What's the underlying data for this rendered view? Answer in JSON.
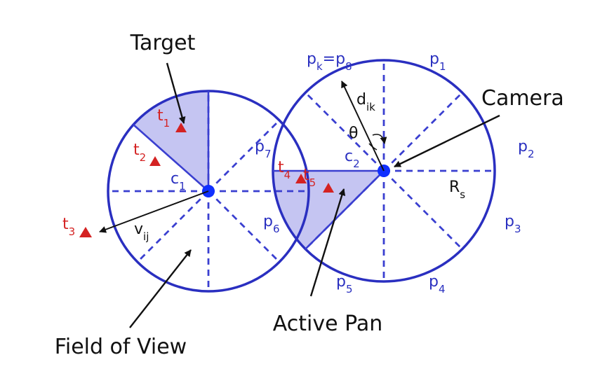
{
  "colors": {
    "circle_stroke": "#2a2fc0",
    "sector_stroke": "#3a3fd0",
    "sector_fill": "#c5c5f2",
    "target_color": "#d42222",
    "label_blue": "#2a30c0",
    "label_black": "#111111",
    "camera_dot": "#1030ff"
  },
  "callouts": {
    "target": "Target",
    "camera": "Camera",
    "active_pan": "Active Pan",
    "field_of_view": "Field of View"
  },
  "left_sensor": {
    "center_label": {
      "base": "c",
      "sub": "1"
    },
    "vector_label": {
      "base": "v",
      "sub": "ij"
    }
  },
  "right_sensor": {
    "center_label": {
      "base": "c",
      "sub": "2"
    },
    "distance_label": {
      "base": "d",
      "sub": "ik"
    },
    "angle_label": "θ",
    "radius_label": {
      "base": "R",
      "sub": "s"
    },
    "active_pan_label": {
      "p1": "p",
      "s1": "k",
      "mid": "=p",
      "s2": "8"
    }
  },
  "pans": [
    {
      "base": "p",
      "sub": "1"
    },
    {
      "base": "p",
      "sub": "2"
    },
    {
      "base": "p",
      "sub": "3"
    },
    {
      "base": "p",
      "sub": "4"
    },
    {
      "base": "p",
      "sub": "5"
    },
    {
      "base": "p",
      "sub": "6"
    },
    {
      "base": "p",
      "sub": "7"
    }
  ],
  "targets": [
    {
      "base": "t",
      "sub": "1"
    },
    {
      "base": "t",
      "sub": "2"
    },
    {
      "base": "t",
      "sub": "3"
    },
    {
      "base": "t",
      "sub": "4"
    },
    {
      "base": "t",
      "sub": "5"
    }
  ]
}
